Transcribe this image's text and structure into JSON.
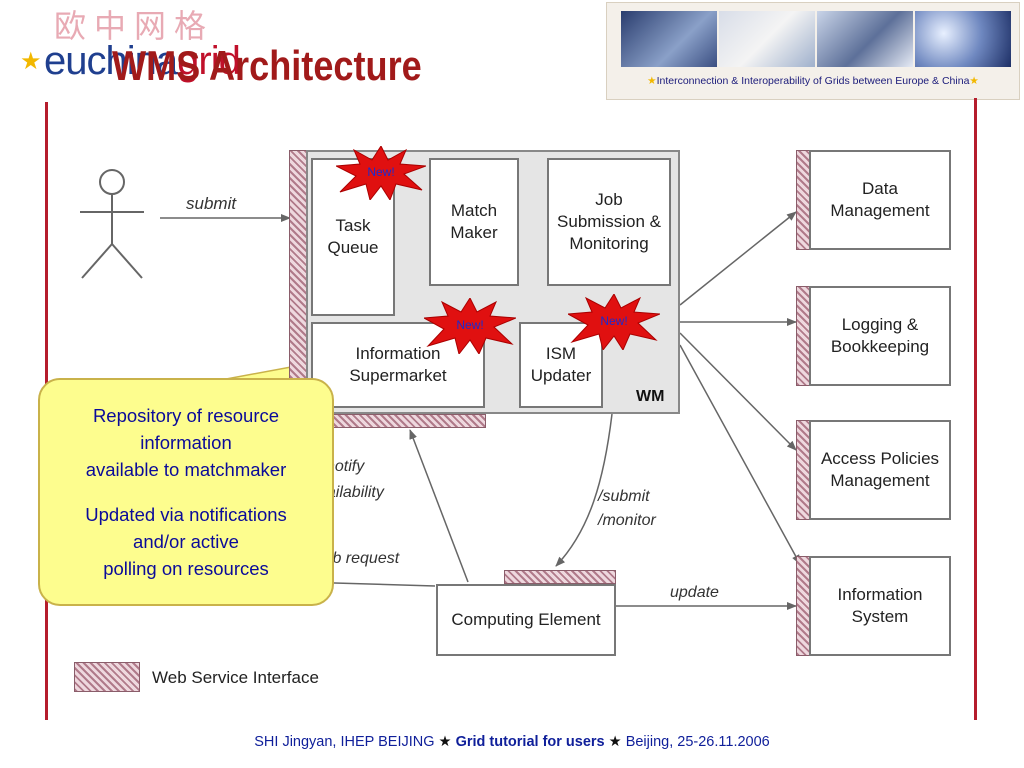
{
  "header": {
    "chinese_logo": "欧中网格",
    "logo_part1": "euchina",
    "logo_part2": "grid",
    "title": "WMS Architecture"
  },
  "banner": {
    "caption": "Interconnection & Interoperability of Grids between Europe & China"
  },
  "diagram": {
    "submit_label": "submit",
    "task_queue": "Task Queue",
    "match_maker": "Match Maker",
    "job_submission": "Job Submission & Monitoring",
    "information_supermarket": "Information Supermarket",
    "ism_updater": "ISM Updater",
    "wm_label": "WM",
    "new_badge": "New!",
    "data_management": "Data Management",
    "logging_bookkeeping": "Logging & Bookkeeping",
    "access_policies": "Access Policies Management",
    "information_system": "Information System",
    "computing_element": "Computing Element",
    "notify_label": "notify",
    "availability_label": "availability",
    "job_request_label": "job request",
    "submit_monitor_label_1": "/submit",
    "submit_monitor_label_2": "/monitor",
    "update_label": "update",
    "legend_label": "Web Service Interface"
  },
  "callout": {
    "line1": "Repository of resource",
    "line2": "information",
    "line3": "available to matchmaker",
    "line4": "Updated via notifications",
    "line5": "and/or active",
    "line6": "polling on resources"
  },
  "footer": {
    "author": "SHI Jingyan, IHEP BEIJING",
    "event": "Grid tutorial for users",
    "place_date": "Beijing, 25-26.11.2006"
  },
  "colors": {
    "title_red": "#a11a1a",
    "rule_red": "#b51d2d",
    "callout_yellow": "#fdfd8e",
    "callout_text": "#0b0b9a",
    "badge_red": "#e01010",
    "ws_pattern": "#b07a8a"
  }
}
